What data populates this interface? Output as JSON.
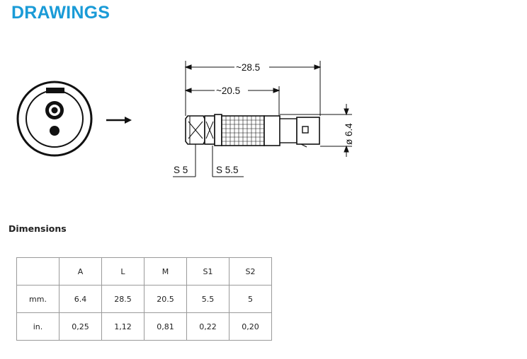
{
  "header": {
    "title": "DRAWINGS"
  },
  "drawing": {
    "arrow_glyph": "→",
    "dimensions": {
      "overall_length": "~28.5",
      "body_length": "~20.5",
      "diameter": "ø 6.4",
      "wrench_s5": "S 5",
      "wrench_s55": "S 5.5"
    }
  },
  "dimensions_section": {
    "heading": "Dimensions",
    "columns": [
      "",
      "A",
      "L",
      "M",
      "S1",
      "S2"
    ],
    "rows": [
      {
        "unit": "mm.",
        "values": [
          "6.4",
          "28.5",
          "20.5",
          "5.5",
          "5"
        ]
      },
      {
        "unit": "in.",
        "values": [
          "0,25",
          "1,12",
          "0,81",
          "0,22",
          "0,20"
        ]
      }
    ]
  }
}
